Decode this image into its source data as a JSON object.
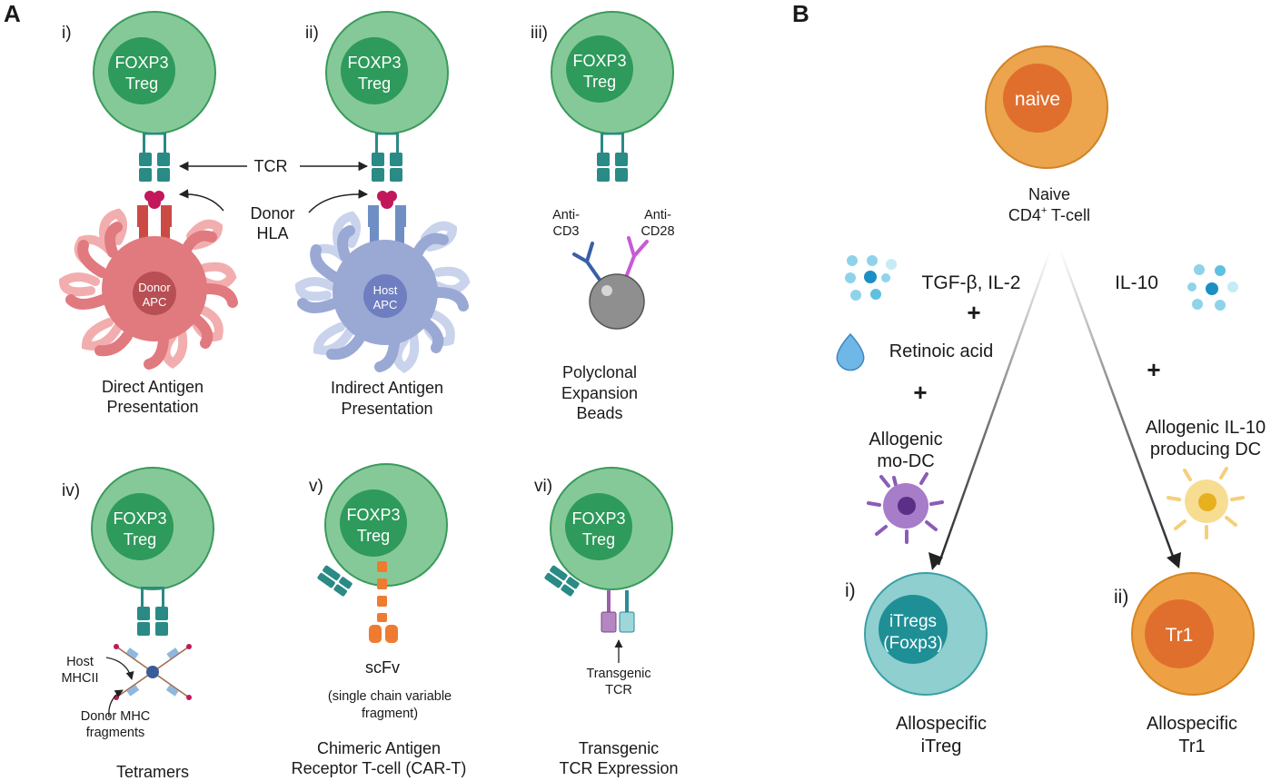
{
  "panels": {
    "a": "A",
    "b": "B"
  },
  "treg_label": {
    "line1": "FOXP3",
    "line2": "Treg"
  },
  "panel_a": {
    "i": {
      "numeral": "i)",
      "caption1": "Direct Antigen",
      "caption2": "Presentation",
      "apc1": "Donor",
      "apc2": "APC"
    },
    "ii": {
      "numeral": "ii)",
      "caption1": "Indirect Antigen",
      "caption2": "Presentation",
      "apc1": "Host",
      "apc2": "APC"
    },
    "iii": {
      "numeral": "iii)",
      "caption1": "Polyclonal",
      "caption2": "Expansion",
      "caption3": "Beads",
      "anti_cd3_1": "Anti-",
      "anti_cd3_2": "CD3",
      "anti_cd28_1": "Anti-",
      "anti_cd28_2": "CD28"
    },
    "iv": {
      "numeral": "iv)",
      "caption": "Tetramers",
      "host1": "Host",
      "host2": "MHCII",
      "donor1": "Donor MHC",
      "donor2": "fragments"
    },
    "v": {
      "numeral": "v)",
      "scfv": "scFv",
      "scfv_note1": "(single chain variable",
      "scfv_note2": "fragment)",
      "caption1": "Chimeric Antigen",
      "caption2": "Receptor T-cell (CAR-T)"
    },
    "vi": {
      "numeral": "vi)",
      "tcr1": "Transgenic",
      "tcr2": "TCR",
      "caption1": "Transgenic",
      "caption2": "TCR Expression"
    },
    "tcr_label": "TCR",
    "donor_hla1": "Donor",
    "donor_hla2": "HLA"
  },
  "panel_b": {
    "naive_cell": "naive",
    "naive_caption1": "Naive",
    "naive_caption2": "CD4",
    "naive_sup": "+",
    "naive_caption3": " T-cell",
    "left_cytokines": "TGF-β, IL-2",
    "right_cytokines": "IL-10",
    "retinoic": "Retinoic acid",
    "plus": "+",
    "modc1": "Allogenic",
    "modc2": "mo-DC",
    "il10dc1": "Allogenic IL-10",
    "il10dc2": "producing DC",
    "left_numeral": "i)",
    "right_numeral": "ii)",
    "itreg_cell1": "iTregs",
    "itreg_cell2": "(Foxp3)",
    "tr1_cell": "Tr1",
    "itreg_caption1": "Allospecific",
    "itreg_caption2": "iTreg",
    "tr1_caption1": "Allospecific",
    "tr1_caption2": "Tr1"
  },
  "colors": {
    "treg_outer": "#86c998",
    "treg_inner": "#2e9a5b",
    "tcr": "#2a8a86",
    "naive": "#eca54d",
    "itreg": "#8fcfcf",
    "tr1": "#eea044"
  }
}
